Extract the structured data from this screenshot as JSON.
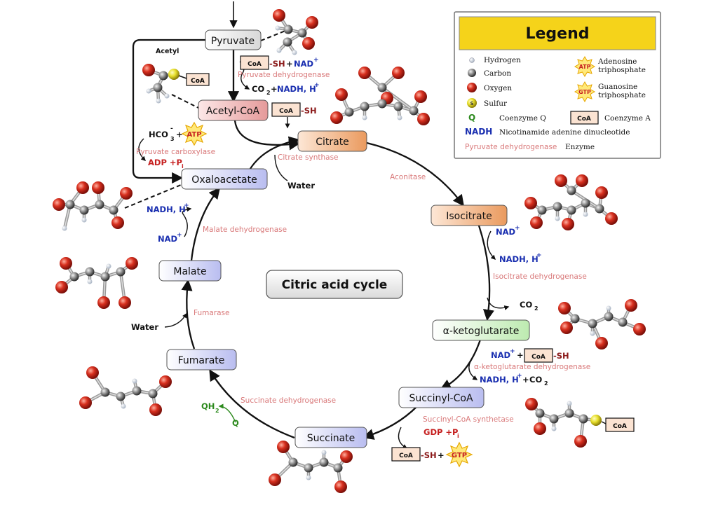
{
  "title": "Citric acid cycle",
  "metabolites": {
    "pyruvate": "Pyruvate",
    "acetyl_coa": "Acetyl-CoA",
    "citrate": "Citrate",
    "isocitrate": "Isocitrate",
    "akg": "α-ketoglutarate",
    "succinyl_coa": "Succinyl-CoA",
    "succinate": "Succinate",
    "fumarate": "Fumarate",
    "malate": "Malate",
    "oxaloacetate": "Oxaloacetate"
  },
  "enzymes": {
    "pyruvate_dh": "Pyruvate dehydrogenase",
    "pyruvate_carboxylase": "Pyruvate carboxylase",
    "citrate_synthase": "Citrate synthase",
    "aconitase": "Aconitase",
    "isocitrate_dh": "Isocitrate dehydrogenase",
    "akg_dh": "α-ketoglutarate dehydrogenase",
    "succinyl_coa_synthetase": "Succinyl-CoA synthetase",
    "succinate_dh": "Succinate dehydrogenase",
    "fumarase": "Fumarase",
    "malate_dh": "Malate dehydrogenase"
  },
  "cofactors": {
    "acetyl": "Acetyl",
    "coa": "CoA",
    "sh": "-SH",
    "plus": "+",
    "nad": "NAD",
    "nadh": "NADH, H",
    "co2": "CO",
    "hco3": "HCO",
    "atp": "ATP",
    "adp": "ADP +P",
    "gdp": "GDP +P",
    "gtp": "GTP",
    "water": "Water",
    "qh2": "QH",
    "q": "Q",
    "sup_plus": "+",
    "sup_minus": "-",
    "sub_2": "2",
    "sub_3": "3",
    "sub_i": "i"
  },
  "legend": {
    "title": "Legend",
    "hydrogen": "Hydrogen",
    "carbon": "Carbon",
    "oxygen": "Oxygen",
    "sulfur": "Sulfur",
    "atp_line1": "Adenosine",
    "atp_line2": "triphosphate",
    "gtp_line1": "Guanosine",
    "gtp_line2": "triphosphate",
    "q_symbol": "Q",
    "q_label": "Coenzyme Q",
    "coa_symbol": "CoA",
    "coa_label": "Coenzyme A",
    "nadh_symbol": "NADH",
    "nadh_label": "Nicotinamide adenine dinucleotide",
    "enzyme_sample": "Pyruvate dehydrogenase",
    "enzyme_label": "Enzyme",
    "s_symbol": "S"
  },
  "colors": {
    "enzyme": "#d9797a",
    "nad": "#1a2fb0",
    "atp_red": "#c62020",
    "quinone": "#2d8a1e",
    "legend_title_bg": "#f5d31a",
    "oxygen": "#c8281e",
    "carbon": "#8a8a8a",
    "sulfur": "#e6e03a"
  }
}
